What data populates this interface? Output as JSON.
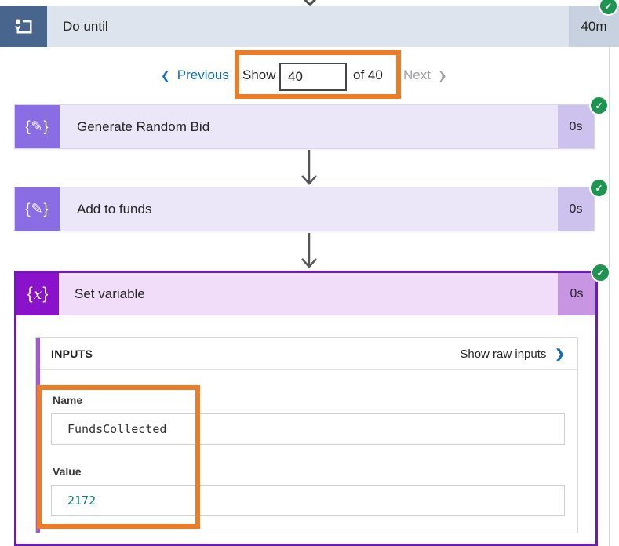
{
  "do_until": {
    "title": "Do until",
    "duration": "40m"
  },
  "pagination": {
    "previous": "Previous",
    "show": "Show",
    "value": "40",
    "of": "of 40",
    "next": "Next"
  },
  "actions": [
    {
      "title": "Generate Random Bid",
      "duration": "0s"
    },
    {
      "title": "Add to funds",
      "duration": "0s"
    }
  ],
  "set_variable": {
    "title": "Set variable",
    "duration": "0s"
  },
  "inputs_panel": {
    "header": "INPUTS",
    "raw_link": "Show raw inputs",
    "name_label": "Name",
    "name_value": "FundsCollected",
    "value_label": "Value",
    "value_value": "2172"
  },
  "icons": {
    "compose": "{✎}",
    "brace_open": "{",
    "variable_x": "x",
    "brace_close": "}",
    "check": "✓",
    "chevron_left": "❮",
    "chevron_right": "❯"
  },
  "colors": {
    "accent_orange": "#ee7c24",
    "scope_blue": "#48658e",
    "compose_purple": "#8a6ce3",
    "variable_purple": "#8912ca",
    "success_green": "#1d9550",
    "link_blue": "#0f6cbd",
    "value_teal": "#0f7b6f"
  }
}
